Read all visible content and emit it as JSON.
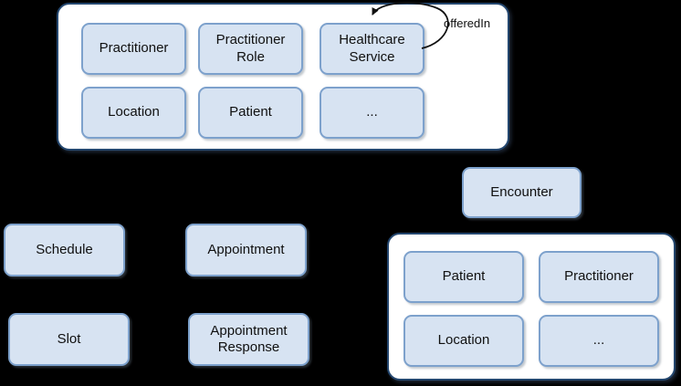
{
  "colors": {
    "background": "#000000",
    "node_fill": "#d7e3f2",
    "node_border": "#7da1cc",
    "container_fill": "#ffffff",
    "container_border": "#24476f",
    "text": "#101010",
    "arrow": "#111111"
  },
  "top_group": {
    "boxes": [
      {
        "label": "Practitioner"
      },
      {
        "label": "Practitioner Role"
      },
      {
        "label": "Healthcare Service"
      },
      {
        "label": "Location"
      },
      {
        "label": "Patient"
      },
      {
        "label": "..."
      }
    ]
  },
  "loop": {
    "label": "offeredIn"
  },
  "standalone": {
    "schedule": "Schedule",
    "slot": "Slot",
    "appointment": "Appointment",
    "appointment_response": "Appointment Response",
    "encounter": "Encounter"
  },
  "bottom_group": {
    "boxes": [
      {
        "label": "Patient"
      },
      {
        "label": "Practitioner"
      },
      {
        "label": "Location"
      },
      {
        "label": "..."
      }
    ]
  }
}
